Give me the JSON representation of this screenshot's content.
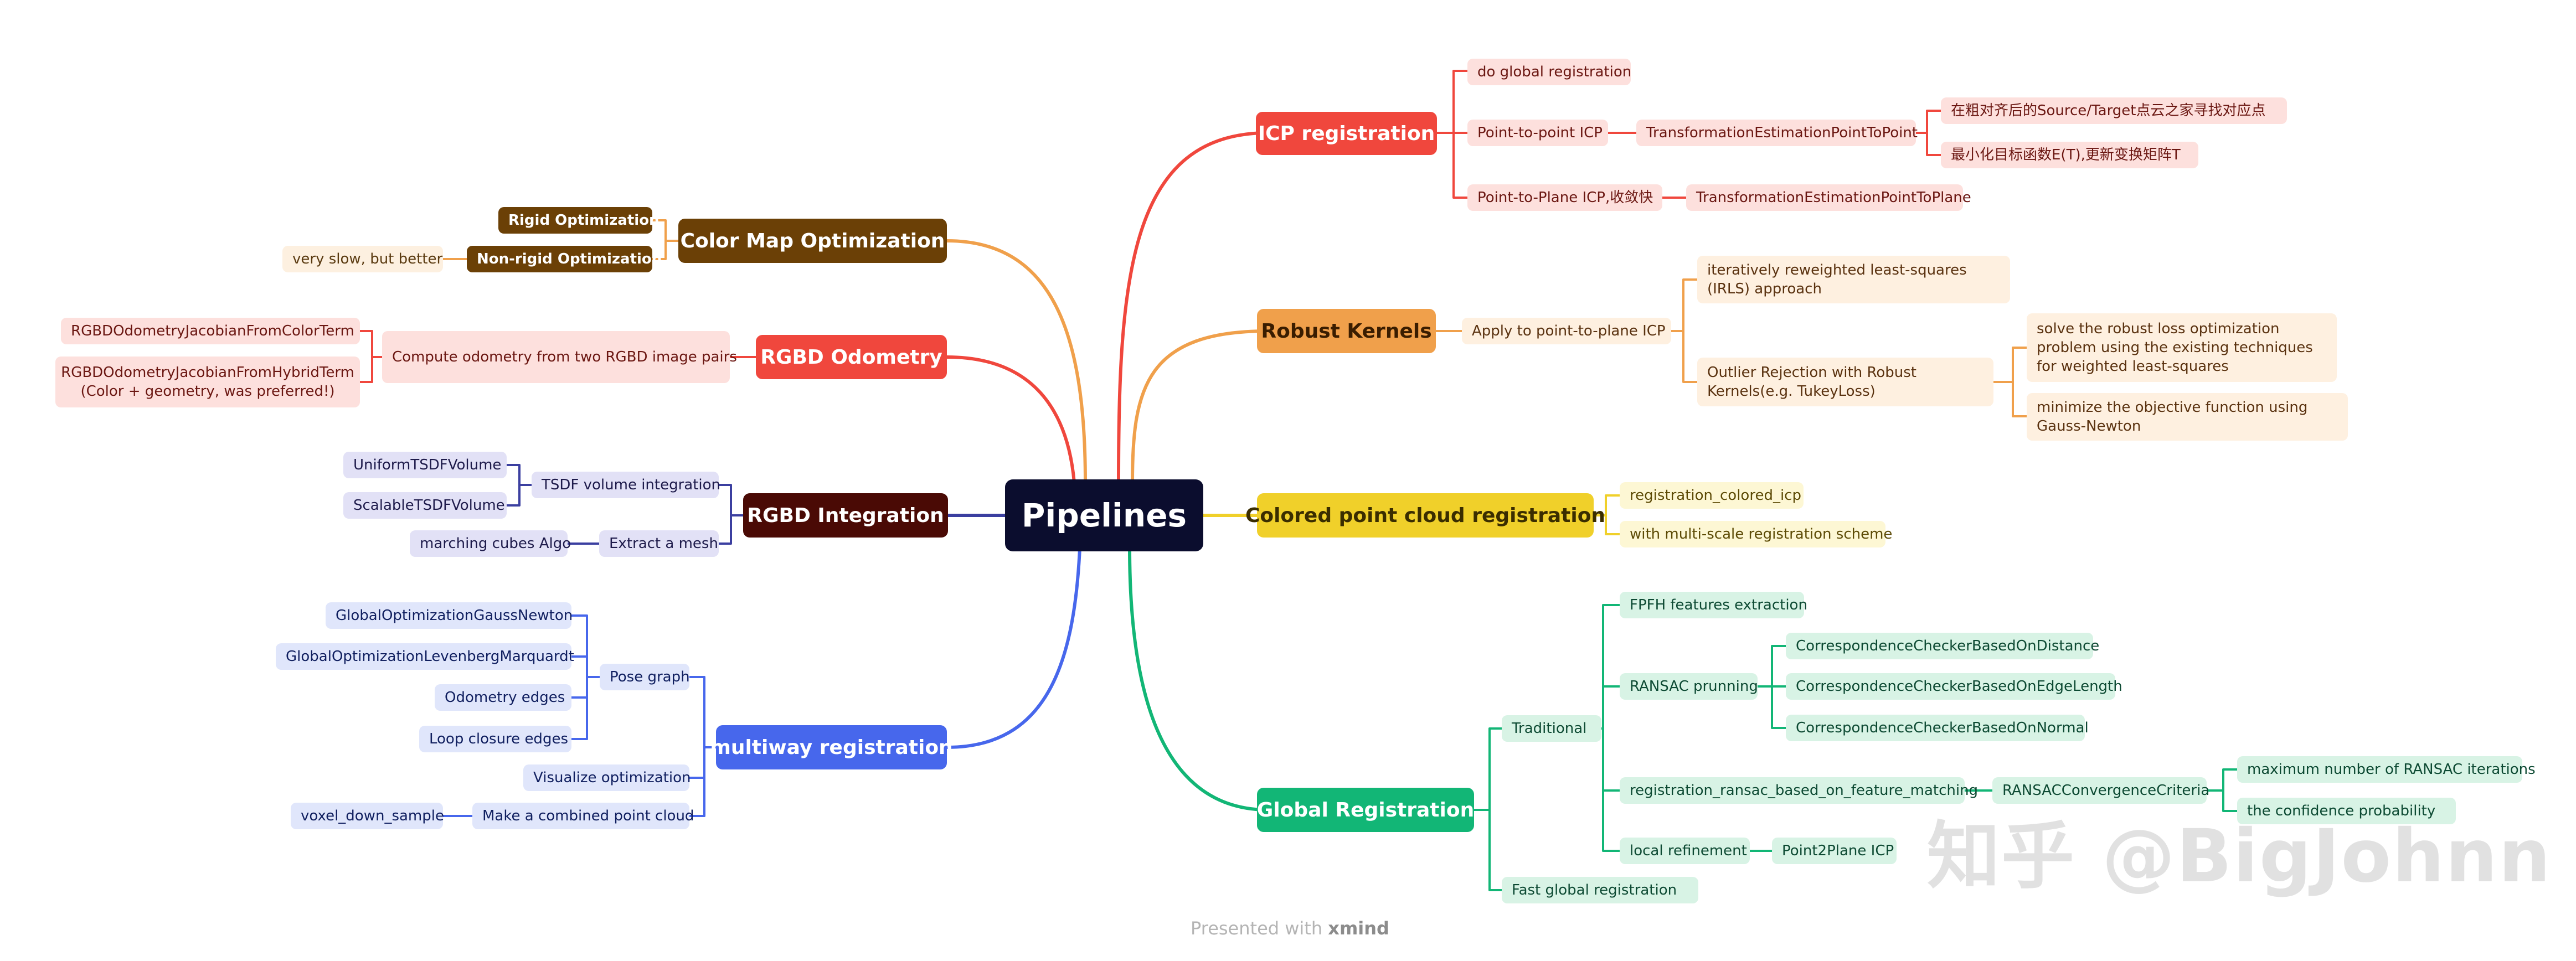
{
  "root": "Pipelines",
  "icp": {
    "title": "ICP registration",
    "global": "do global registration",
    "p2p": "Point-to-point ICP",
    "p2p_est": "TransformationEstimationPointToPoint",
    "p2p_note1": "在粗对齐后的Source/Target点云之家寻找对应点",
    "p2p_note2": "最小化目标函数E(T),更新变换矩阵T",
    "p2pl": "Point-to-Plane ICP,收敛快",
    "p2pl_est": "TransformationEstimationPointToPlane"
  },
  "robust": {
    "title": "Robust Kernels",
    "apply": "Apply to point-to-plane ICP",
    "irls": "iteratively reweighted least-squares (IRLS) approach",
    "outlier": "Outlier Rejection with Robust Kernels(e.g. TukeyLoss)",
    "solve": "solve the robust loss optimization problem using the existing techniques for weighted least-squares",
    "minimize": "minimize the objective function using Gauss-Newton"
  },
  "colored": {
    "title": "Colored point cloud registration",
    "fn": "registration_colored_icp",
    "multi": "with multi-scale registration scheme"
  },
  "global": {
    "title": "Global Registration",
    "traditional": "Traditional",
    "fpfh": "FPFH features extraction",
    "ransac": "RANSAC prunning",
    "check_dist": "CorrespondenceCheckerBasedOnDistance",
    "check_edge": "CorrespondenceCheckerBasedOnEdgeLength",
    "check_normal": "CorrespondenceCheckerBasedOnNormal",
    "ransac_fn": "registration_ransac_based_on_feature_matching",
    "criteria": "RANSACConvergenceCriteria",
    "max_iter": "maximum number of RANSAC iterations",
    "confidence": "the confidence probability",
    "local": "local refinement",
    "p2pl": "Point2Plane ICP",
    "fast": "Fast global registration"
  },
  "colormap": {
    "title": "Color Map Optimization",
    "rigid": "Rigid Optimization",
    "nonrigid": "Non-rigid Optimization",
    "note": "very slow, but better"
  },
  "odometry": {
    "title": "RGBD Odometry",
    "compute": "Compute odometry from two RGBD image pairs",
    "color": "RGBDOdometryJacobianFromColorTerm",
    "hybrid_l1": "RGBDOdometryJacobianFromHybridTerm",
    "hybrid_l2": "(Color + geometry, was preferred!)"
  },
  "integration": {
    "title": "RGBD Integration",
    "tsdf": "TSDF volume integration",
    "uniform": "UniformTSDFVolume",
    "scalable": "ScalableTSDFVolume",
    "extract": "Extract a mesh",
    "cubes": "marching cubes Algo"
  },
  "multiway": {
    "title": "multiway registration",
    "pose": "Pose graph",
    "gauss": "GlobalOptimizationGaussNewton",
    "lm": "GlobalOptimizationLevenbergMarquardt",
    "odom_edges": "Odometry edges",
    "loop_edges": "Loop closure edges",
    "visualize": "Visualize optimization",
    "combine": "Make a combined point cloud",
    "voxel": "voxel_down_sample"
  },
  "footer": {
    "prefix": "Presented with",
    "brand": "xmind"
  },
  "watermark": "知乎 @BigJohnn",
  "colors": {
    "root": "#0b0d2e",
    "icp": "#f0473d",
    "robust": "#f0a04b",
    "colored": "#f0d02a",
    "global": "#12b676",
    "colormap": "#6b4006",
    "odometry": "#f0473d",
    "integration": "#4a0a05",
    "multiway": "#4767ec"
  }
}
